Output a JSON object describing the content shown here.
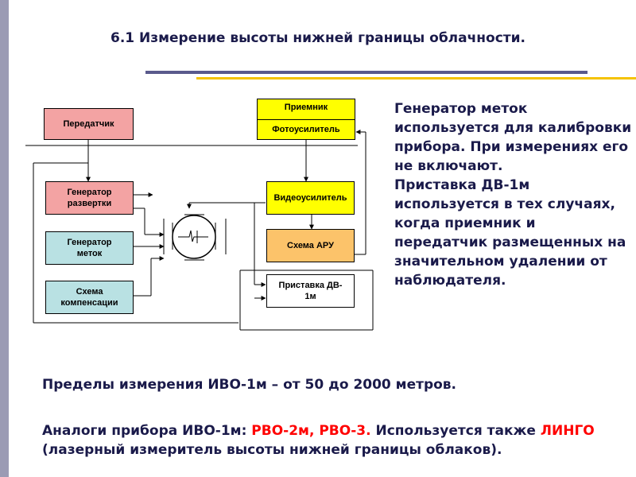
{
  "title": "6.1 Измерение высоты нижней границы облачности.",
  "blocks": {
    "transmitter": "Передатчик",
    "receiver": "Приемник",
    "photo_amp": "Фотоусилитель",
    "sweep_gen_1": "Генератор",
    "sweep_gen_2": "развертки",
    "mark_gen_1": "Генератор",
    "mark_gen_2": "меток",
    "comp_1": "Схема",
    "comp_2": "компенсации",
    "video_amp": "Видеоусилитель",
    "agc": "Схема АРУ",
    "attachment_1": "Приставка ДВ-",
    "attachment_2": "1м"
  },
  "side_text": {
    "p1": "Генератор меток используется для калибровки прибора. При измерениях его не включают.",
    "p2": "Приставка ДВ-1м используется в тех случаях, когда приемник и передатчик размещенных на значительном удалении от наблюдателя."
  },
  "range_text": "Пределы измерения ИВО-1м – от 50 до 2000 метров.",
  "analogs": {
    "prefix": "Аналоги прибора ИВО-1м: ",
    "models": "РВО-2м, РВО-3.",
    "middle": " Используется также ",
    "lingo": "ЛИНГО",
    "suffix": " (лазерный измеритель высоты нижней границы облаков)."
  },
  "colors": {
    "pink": "#f3a3a3",
    "blue": "#b9e1e3",
    "yellow": "#ffff00",
    "orange": "#fcc36a",
    "text": "#1a1a4a",
    "accent_red": "#ff0000"
  }
}
